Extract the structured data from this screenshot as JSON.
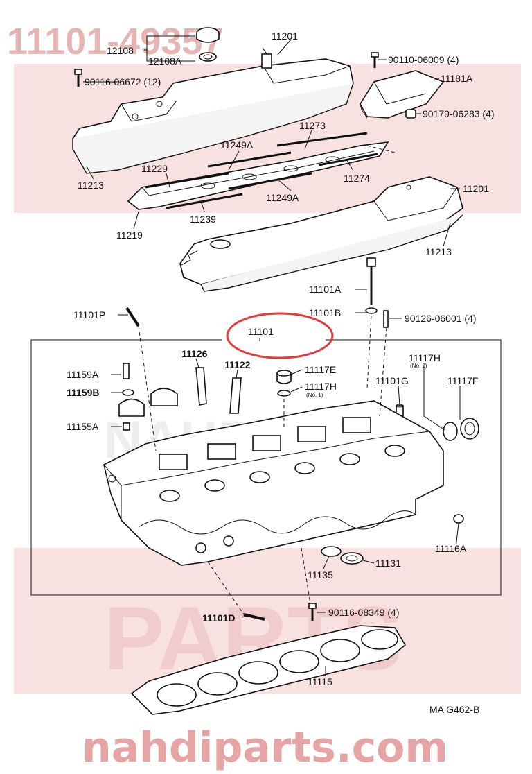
{
  "watermark": {
    "part_number": "11101-49357",
    "site": "nahdiparts.com",
    "brand_top": "NAHDI",
    "brand_bottom": "PARTS"
  },
  "diagram_code": "MA  G462-B",
  "highlight_color": "#e33b3b",
  "watermark_color": "#e6a4a4",
  "labels": {
    "p12108": "12108",
    "p12108A": "12108A",
    "p11201_top": "11201",
    "p90110": "90110-06009 (4)",
    "p90116_06672": "90116-06672 (12)",
    "p11181A": "11181A",
    "p90179": "90179-06283 (4)",
    "p11273": "11273",
    "p11249A_1": "11249A",
    "p11229": "11229",
    "p11213_left": "11213",
    "p11274": "11274",
    "p11249A_2": "11249A",
    "p11201_right": "11201",
    "p11239": "11239",
    "p11219": "11219",
    "p11213_right": "11213",
    "p11101A": "11101A",
    "p11101B": "11101B",
    "p90126": "90126-06001 (4)",
    "p11101P": "11101P",
    "p11101": "11101",
    "p11126": "11126",
    "p11122": "11122",
    "p11117E": "11117E",
    "p11117H_1": "11117H",
    "p11117H_1_note": "(No. 1)",
    "p11117H_2": "11117H",
    "p11117H_2_note": "(No. 2)",
    "p11101G": "11101G",
    "p11117F": "11117F",
    "p11159A": "11159A",
    "p11159B": "11159B",
    "p11155A": "11155A",
    "p11116A": "11116A",
    "p11131": "11131",
    "p11135": "11135",
    "p11101D": "11101D",
    "p90116_08349": "90116-08349 (4)",
    "p11115": "11115"
  }
}
